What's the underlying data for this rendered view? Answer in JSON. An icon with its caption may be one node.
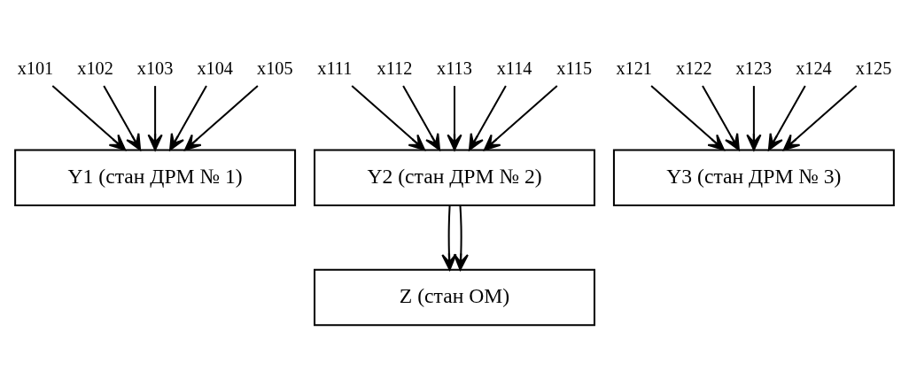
{
  "diagram": {
    "nodes": [
      {
        "text": [
          "x101"
        ]
      },
      {
        "text": [
          "x102"
        ]
      },
      {
        "text": [
          "x103"
        ]
      },
      {
        "text": [
          "x104"
        ]
      },
      {
        "text": [
          "x105"
        ]
      },
      {
        "text": [
          "x111"
        ]
      },
      {
        "text": [
          "x112"
        ]
      },
      {
        "text": [
          "x113"
        ]
      },
      {
        "text": [
          "x114"
        ]
      },
      {
        "text": [
          "x115"
        ]
      },
      {
        "text": [
          "x121"
        ]
      },
      {
        "text": [
          "x122"
        ]
      },
      {
        "text": [
          "x123"
        ]
      },
      {
        "text": [
          "x124"
        ]
      },
      {
        "text": [
          "x125"
        ]
      },
      {
        "text": [
          "Y1 (стан ДРМ № 1)"
        ]
      },
      {
        "text": [
          "Y2 (стан ДРМ № 2)"
        ]
      },
      {
        "text": [
          "Y3 (стан ДРМ № 3)"
        ]
      },
      {
        "text": [
          "Z (стан ОМ)"
        ]
      }
    ],
    "edges": [
      {
        "from": 0,
        "to": 15,
        "arrow": "to"
      },
      {
        "from": 1,
        "to": 15,
        "arrow": "to"
      },
      {
        "from": 2,
        "to": 15,
        "arrow": "to"
      },
      {
        "from": 3,
        "to": 15,
        "arrow": "to"
      },
      {
        "from": 4,
        "to": 15,
        "arrow": "to"
      },
      {
        "from": 5,
        "to": 16,
        "arrow": "to"
      },
      {
        "from": 6,
        "to": 16,
        "arrow": "to"
      },
      {
        "from": 7,
        "to": 16,
        "arrow": "to"
      },
      {
        "from": 8,
        "to": 16,
        "arrow": "to"
      },
      {
        "from": 9,
        "to": 16,
        "arrow": "to"
      },
      {
        "from": 10,
        "to": 17,
        "arrow": "to"
      },
      {
        "from": 11,
        "to": 17,
        "arrow": "to"
      },
      {
        "from": 12,
        "to": 17,
        "arrow": "to"
      },
      {
        "from": 13,
        "to": 17,
        "arrow": "to"
      },
      {
        "from": 14,
        "to": 17,
        "arrow": "to"
      },
      {
        "from": 16,
        "to": 18,
        "arrow": "to"
      },
      {
        "from": 16,
        "to": 18,
        "arrow": "to"
      }
    ]
  }
}
